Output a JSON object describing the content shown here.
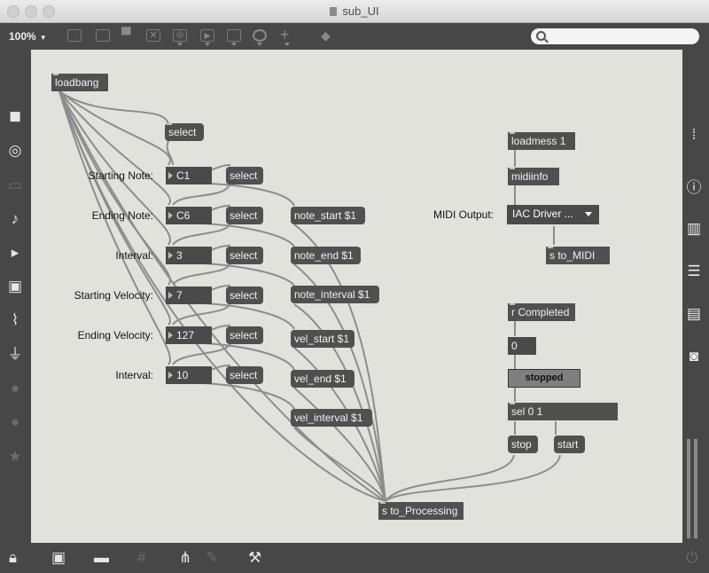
{
  "window": {
    "title": "sub_UI"
  },
  "toolbar": {
    "zoom": "100%"
  },
  "search": {
    "placeholder": ""
  },
  "patch": {
    "loadbang": "loadbang",
    "select_top": "select",
    "labels": {
      "starting_note": "Starting Note:",
      "ending_note": "Ending Note:",
      "interval": "Interval:",
      "starting_velocity": "Starting Velocity:",
      "ending_velocity": "Ending Velocity:",
      "interval2": "Interval:",
      "midi_output": "MIDI Output:"
    },
    "numboxes": [
      "C1",
      "C6",
      "3",
      "7",
      "127",
      "10"
    ],
    "select_label": "select",
    "messages": [
      "note_start $1",
      "note_end $1",
      "note_interval $1",
      "vel_start $1",
      "vel_end $1",
      "vel_interval $1"
    ],
    "loadmess": "loadmess 1",
    "midiinfo": "midiinfo",
    "midi_menu": "IAC Driver ...",
    "s_to_midi": "s to_MIDI",
    "r_completed": "r Completed",
    "completed_value": "0",
    "toggle_text": "stopped",
    "sel": "sel 0 1",
    "stop": "stop",
    "start": "start",
    "s_to_processing": "s to_Processing"
  },
  "colors": {
    "canvas": "#e2e2dd",
    "object": "#505050",
    "chrome": "#474747"
  },
  "icons": {
    "left": [
      "cube-icon",
      "target-icon",
      "keyboard-icon",
      "music-note-icon",
      "play-list-icon",
      "image-icon",
      "paperclip-icon",
      "plug-icon",
      "vizzie-icon",
      "beap-icon",
      "star-icon"
    ],
    "right": [
      "grid-dots-icon",
      "info-icon",
      "book-icon",
      "list-icon",
      "reference-icon",
      "camera-icon"
    ],
    "bottom": [
      "lock-icon",
      "windows-icon",
      "presentation-icon",
      "grid-icon",
      "hierarchy-icon",
      "debug-icon",
      "wrench-icon",
      "power-icon"
    ]
  }
}
